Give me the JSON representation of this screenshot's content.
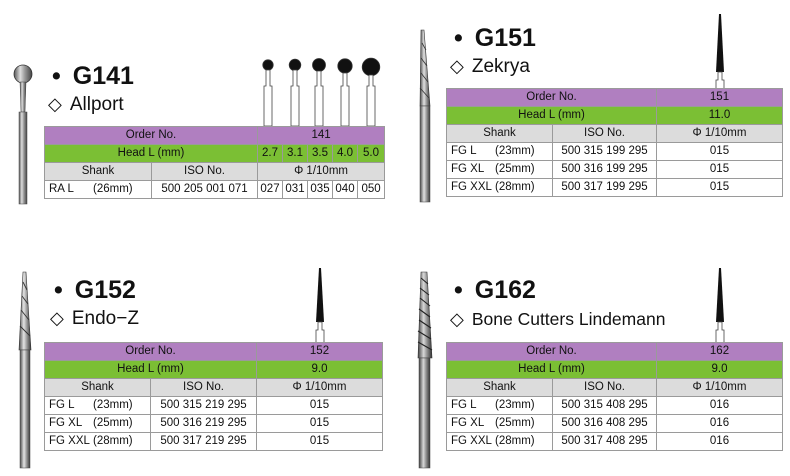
{
  "colors": {
    "order_row": "#b07fc0",
    "head_row": "#7bbf34",
    "header_row": "#dcdcdc",
    "border": "#9a9a9a"
  },
  "icons": {
    "bullet": "•",
    "diamond": "◇",
    "phi": "Φ"
  },
  "products": [
    {
      "code": "G141",
      "name": "Allport",
      "order_label": "Order No.",
      "order_value": "141",
      "head_label": "Head L (mm)",
      "head_values": [
        "2.7",
        "3.1",
        "3.5",
        "4.0",
        "5.0"
      ],
      "col_shank": "Shank",
      "col_iso": "ISO No.",
      "col_dia": "Φ  1/10mm",
      "rows": [
        {
          "shank": "RA L",
          "len": "(26mm)",
          "iso": "500 205 001 071",
          "sizes": [
            "027",
            "031",
            "035",
            "040",
            "050"
          ]
        }
      ]
    },
    {
      "code": "G151",
      "name": "Zekrya",
      "order_label": "Order No.",
      "order_value": "151",
      "head_label": "Head L (mm)",
      "head_value": "11.0",
      "col_shank": "Shank",
      "col_iso": "ISO No.",
      "col_dia": "Φ  1/10mm",
      "rows": [
        {
          "shank": "FG L",
          "len": "(23mm)",
          "iso": "500 315 199 295",
          "size": "015"
        },
        {
          "shank": "FG XL",
          "len": "(25mm)",
          "iso": "500 316 199 295",
          "size": "015"
        },
        {
          "shank": "FG XXL",
          "len": "(28mm)",
          "iso": "500 317 199 295",
          "size": "015"
        }
      ]
    },
    {
      "code": "G152",
      "name": "Endo−Z",
      "order_label": "Order No.",
      "order_value": "152",
      "head_label": "Head L (mm)",
      "head_value": "9.0",
      "col_shank": "Shank",
      "col_iso": "ISO No.",
      "col_dia": "Φ  1/10mm",
      "rows": [
        {
          "shank": "FG L",
          "len": "(23mm)",
          "iso": "500 315 219 295",
          "size": "015"
        },
        {
          "shank": "FG XL",
          "len": "(25mm)",
          "iso": "500 316 219 295",
          "size": "015"
        },
        {
          "shank": "FG XXL",
          "len": "(28mm)",
          "iso": "500 317 219 295",
          "size": "015"
        }
      ]
    },
    {
      "code": "G162",
      "name": "Bone Cutters Lindemann",
      "order_label": "Order No.",
      "order_value": "162",
      "head_label": "Head L (mm)",
      "head_value": "9.0",
      "col_shank": "Shank",
      "col_iso": "ISO No.",
      "col_dia": "Φ  1/10mm",
      "rows": [
        {
          "shank": "FG L",
          "len": "(23mm)",
          "iso": "500 315 408 295",
          "size": "016"
        },
        {
          "shank": "FG XL",
          "len": "(25mm)",
          "iso": "500 316 408 295",
          "size": "016"
        },
        {
          "shank": "FG XXL",
          "len": "(28mm)",
          "iso": "500 317 408 295",
          "size": "016"
        }
      ]
    }
  ]
}
